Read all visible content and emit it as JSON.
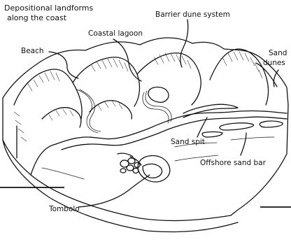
{
  "title_line1": "Depositional landforms",
  "title_line2": "along the coast",
  "labels": {
    "barrier_dune_system": "Barrier dune system",
    "coastal_lagoon": "Coastal lagoon",
    "beach": "Beach",
    "sand_dunes_line1": "Sand",
    "sand_dunes_line2": "dunes",
    "sand_spit": "Sand spit",
    "offshore_sand_bar": "Offshore sand bar",
    "tombolo": "Tombolo"
  }
}
